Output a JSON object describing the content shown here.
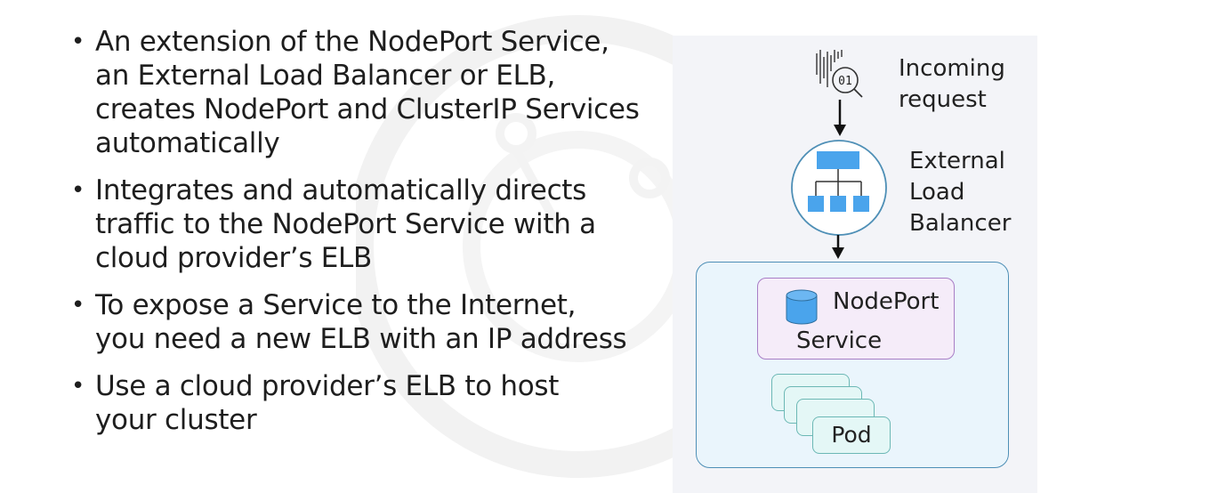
{
  "bullets": [
    "An extension of the NodePort Service, an External Load Balancer or ELB, creates NodePort and ClusterIP Services automatically",
    "Integrates and automatically directs traffic to the NodePort Service with a cloud provider’s ELB",
    "To expose a Service to the Internet, you need a new ELB with an IP address",
    "Use a cloud provider’s ELB to host your cluster"
  ],
  "diagram": {
    "incoming_icon_text": "01",
    "incoming_label": [
      "Incoming",
      "request"
    ],
    "elb_label": [
      "External",
      "Load",
      "Balancer"
    ],
    "nodeport_label": [
      "NodePort",
      "Service"
    ],
    "pod_label": "Pod",
    "colors": {
      "elb_blue": "#4aa4ec",
      "cluster_border": "#4e8fb6",
      "nodeport_border": "#a97ec6",
      "pod_border": "#6cb8b5"
    }
  }
}
